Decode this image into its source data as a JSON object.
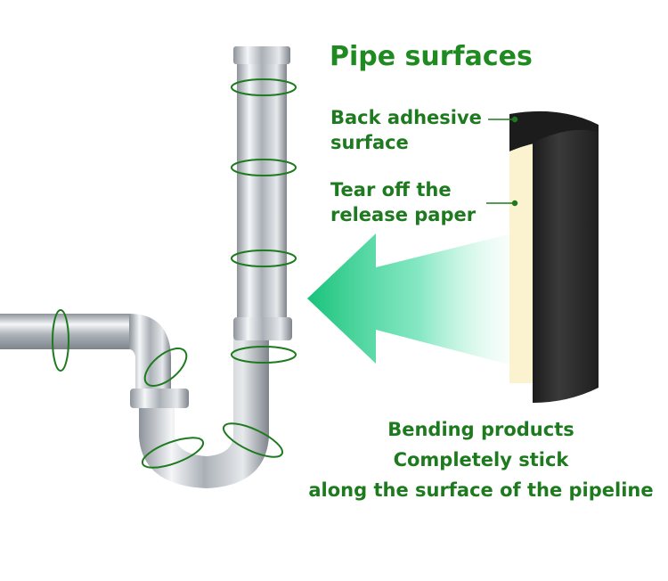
{
  "title": "Pipe surfaces",
  "labels": {
    "back_adhesive_line1": "Back adhesive",
    "back_adhesive_line2": "surface",
    "tear_off_line1": "Tear off the",
    "tear_off_line2": "release paper"
  },
  "caption": {
    "line1": "Bending products",
    "line2": "Completely stick",
    "line3": "along the surface of the pipeline"
  },
  "colors": {
    "text_green": "#1e7a1e",
    "arrow_green": "#22c07a",
    "wrap_dark": "#2d2d2d",
    "paper": "#fbf3cf",
    "chrome": "#b9bec4"
  }
}
